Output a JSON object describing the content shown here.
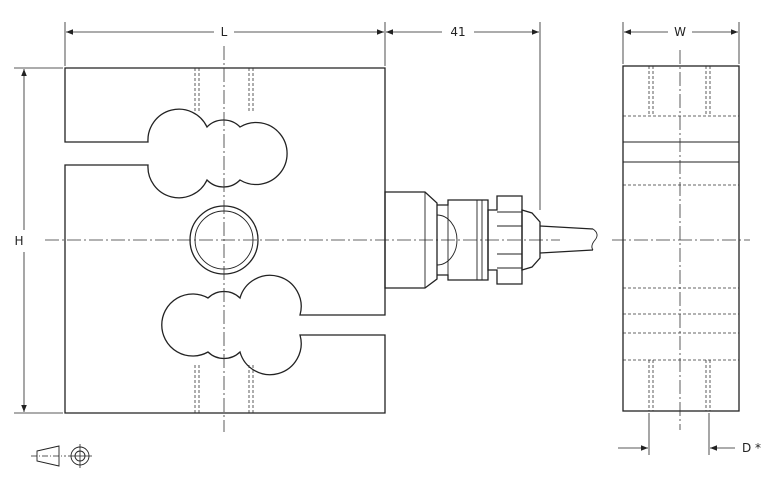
{
  "labels": {
    "length": "L",
    "cable_offset": "41",
    "height": "H",
    "width": "W",
    "thread_diameter": "D *"
  },
  "icons": {
    "projection_symbol": "first-angle-projection-icon"
  }
}
